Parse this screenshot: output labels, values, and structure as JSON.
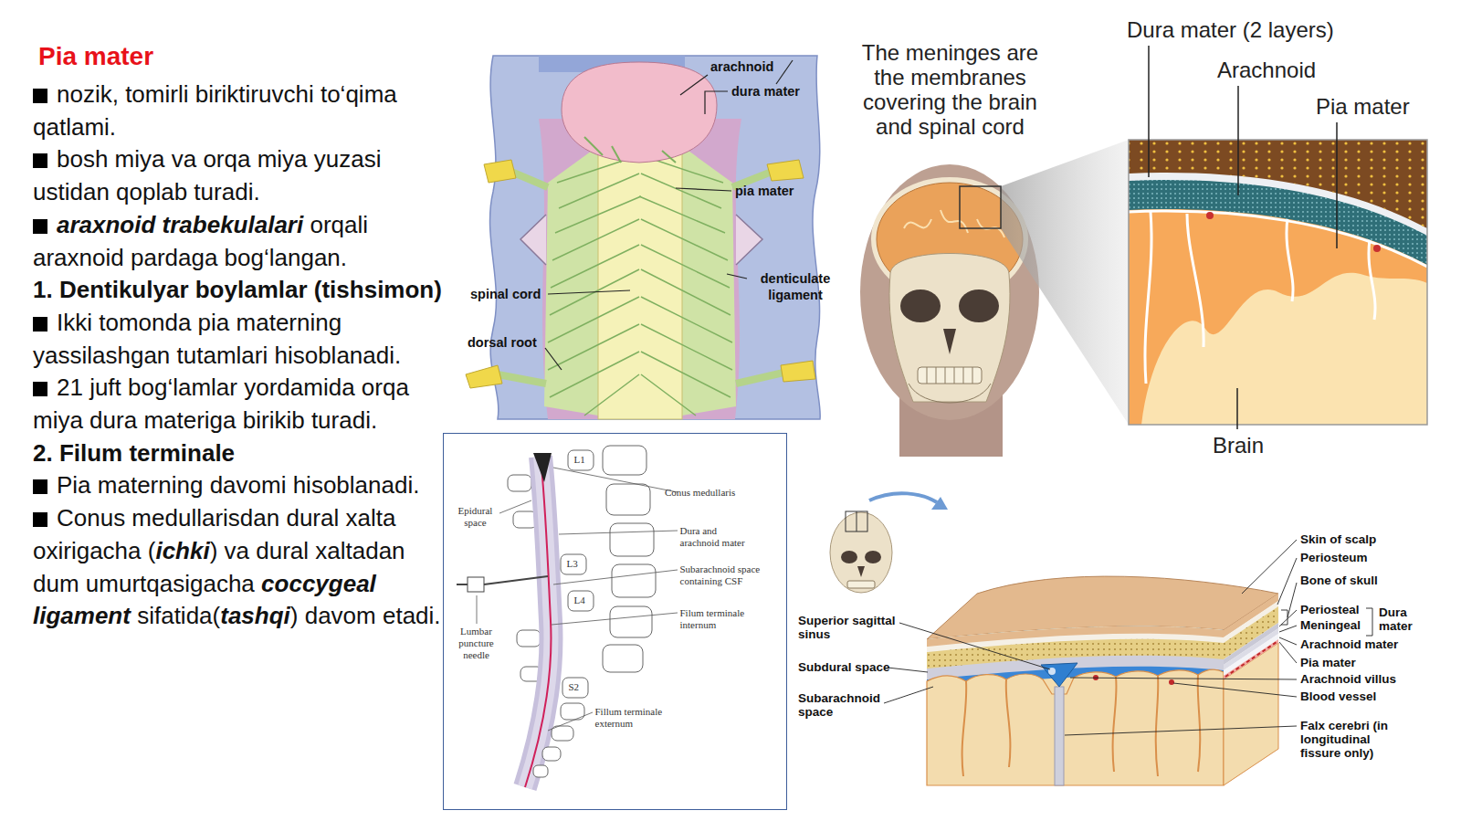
{
  "diagram": {
    "title": "Pia mater",
    "nodes": [
      {
        "text": [
          "L1",
          "Conus medullaris",
          "Epidural space",
          "Dura and arachnoid mater",
          "L3",
          "Subarachnoid space containing CSF",
          "L4",
          "Filum terminale internum",
          "Lumbar puncture needle",
          "S2",
          "Fillum terminale externum"
        ]
      }
    ],
    "labels": [
      "nozik, tomirli biriktiruvchi to‘qima qatlami.",
      "bosh miya va orqa miya yuzasi ustidan qoplab turadi.",
      "araxnoid trabekulalari",
      "orqali araxnoid pardaga bog‘langan.",
      "1. Dentikulyar boylamlar (tishsimon)",
      "Ikki tomonda pia materning yassilashgan tutamlari hisoblanadi.",
      "21 juft bog‘lamlar yordamida orqa miya dura materiga birikib turadi.",
      "2. Filum terminale",
      "Pia materning davomi hisoblanadi.",
      "Conus medullarisdan dural xalta oxirigacha (",
      "ichki",
      ") va dural xaltadan dum umurtqasigacha",
      "coccygeal ligament",
      "sifatida(",
      "tashqi",
      ") davom etadi.",
      "arachnoid",
      "dura mater",
      "pia mater",
      "spinal cord",
      "denticulate ligament",
      "dorsal root",
      "The meninges are the membranes covering the brain and spinal cord",
      "Dura mater (2 layers)",
      "Arachnoid",
      "Pia mater",
      "Brain",
      "Skin of scalp",
      "Periosteum",
      "Bone of skull",
      "Periosteal",
      "Meningeal",
      "Dura mater",
      "Arachnoid mater",
      "Pia mater",
      "Arachnoid villus",
      "Blood vessel",
      "Falx cerebri (in longitudinal fissure only)",
      "Superior sagittal sinus",
      "Subdural space",
      "Subarachnoid space"
    ]
  }
}
